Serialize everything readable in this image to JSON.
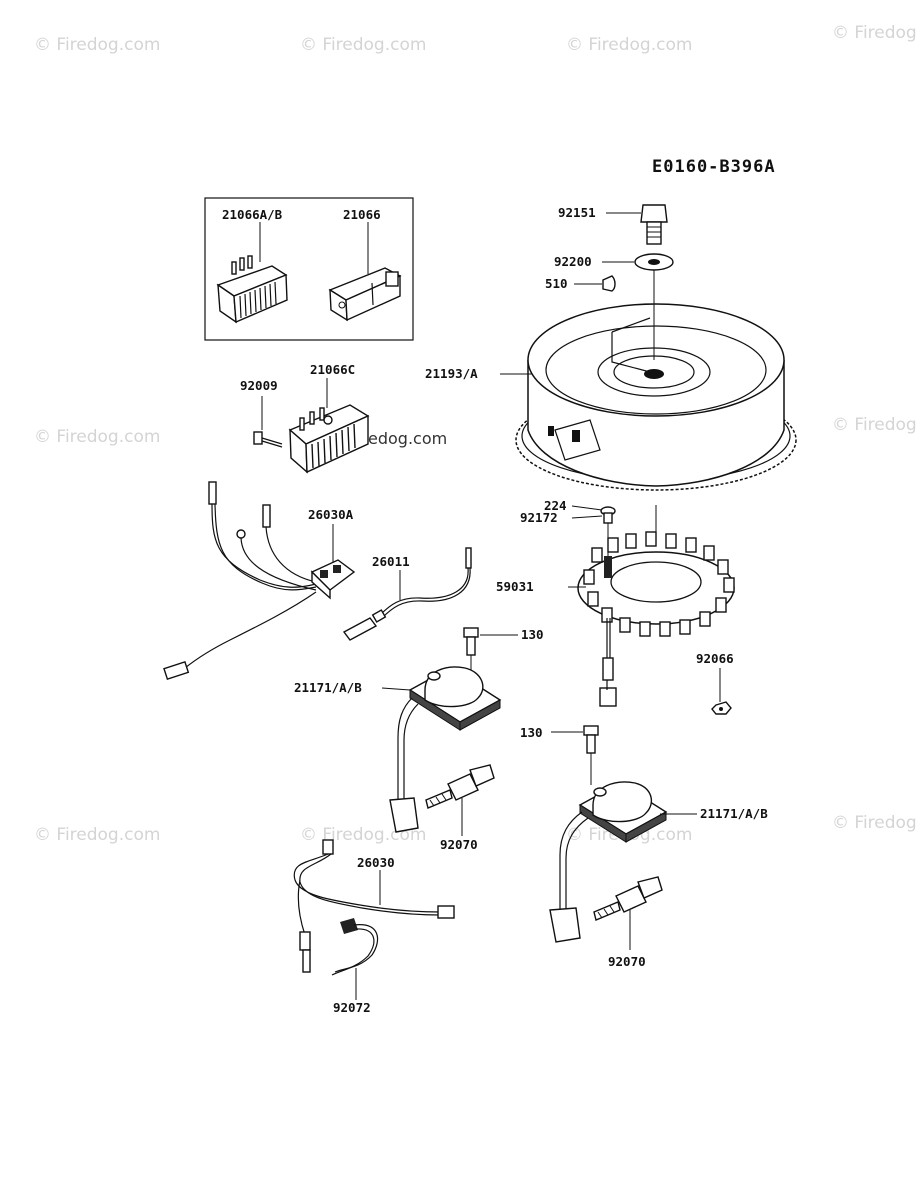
{
  "diagram_code": "E0160-B396A",
  "watermark": "© Firedog.com",
  "callouts": {
    "p92151": "92151",
    "p92200": "92200",
    "p510": "510",
    "p21193": "21193/A",
    "p21066ab": "21066A/B",
    "p21066": "21066",
    "p92009": "92009",
    "p21066c": "21066C",
    "p26030a": "26030A",
    "p26011": "26011",
    "p224": "224",
    "p92172": "92172",
    "p59031": "59031",
    "p130a": "130",
    "p130b": "130",
    "p92066": "92066",
    "p21171a": "21171/A/B",
    "p21171b": "21171/A/B",
    "p92070a": "92070",
    "p92070b": "92070",
    "p26030": "26030",
    "p92072": "92072"
  },
  "inline_watermark": "edog.com"
}
